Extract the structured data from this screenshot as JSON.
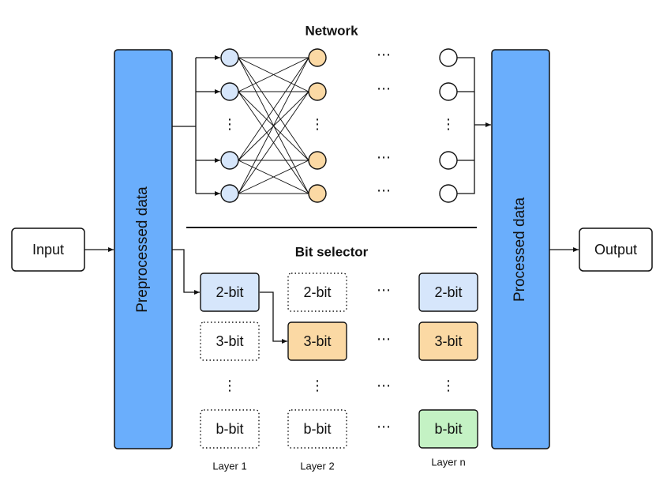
{
  "colors": {
    "bar": "#6aaefc",
    "input_node": "#d6e6fb",
    "hidden_node": "#fbd9a4",
    "output_node": "#ffffff",
    "bit_blue": "#d6e6fb",
    "bit_orange": "#fbd9a4",
    "bit_green": "#c4f2c4",
    "stroke": "#111111"
  },
  "labels": {
    "input": "Input",
    "output": "Output",
    "preprocessed": "Preprocessed data",
    "processed": "Processed data",
    "network_title": "Network",
    "bit_selector_title": "Bit selector",
    "ellipsis": "⋯",
    "vdots": "⋮"
  },
  "bit_selector": {
    "columns": [
      {
        "layer_label": "Layer 1",
        "cells": [
          {
            "label": "2-bit",
            "state": "selected-blue"
          },
          {
            "label": "3-bit",
            "state": "dotted"
          },
          {
            "label": "b-bit",
            "state": "dotted"
          }
        ]
      },
      {
        "layer_label": "Layer 2",
        "cells": [
          {
            "label": "2-bit",
            "state": "dotted"
          },
          {
            "label": "3-bit",
            "state": "selected-orange"
          },
          {
            "label": "b-bit",
            "state": "dotted"
          }
        ]
      },
      {
        "layer_label": "Layer n",
        "cells": [
          {
            "label": "2-bit",
            "state": "selected-blue"
          },
          {
            "label": "3-bit",
            "state": "selected-orange"
          },
          {
            "label": "b-bit",
            "state": "selected-green"
          }
        ]
      }
    ]
  }
}
